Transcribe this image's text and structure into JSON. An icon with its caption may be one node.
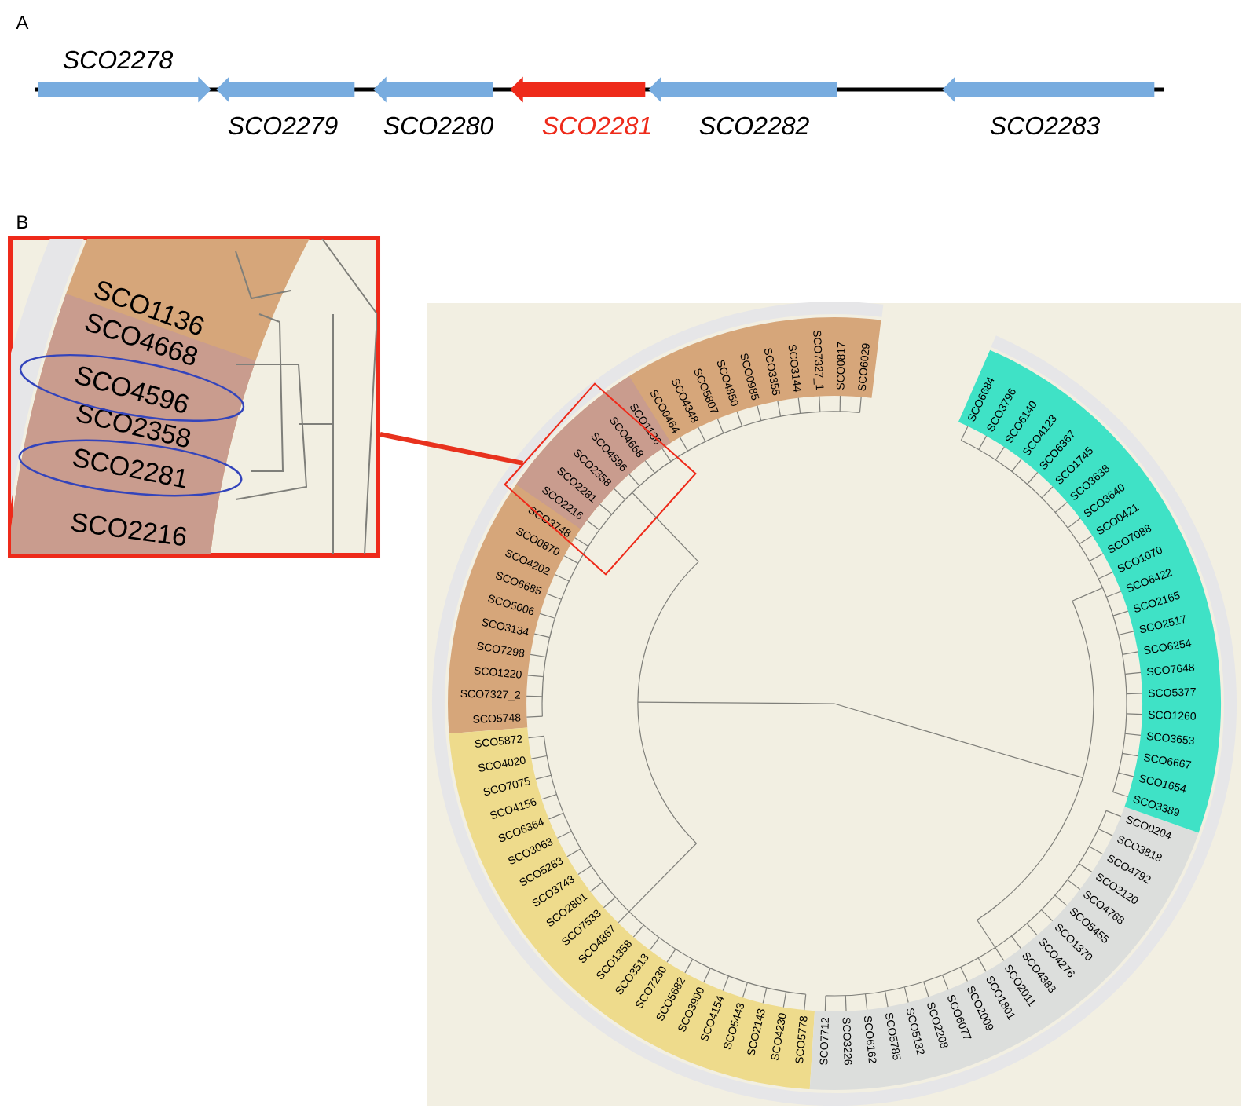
{
  "diagram": {
    "nodes": [
      {
        "text": [
          "SCO2278"
        ]
      },
      {
        "text": [
          "SCO2279"
        ]
      },
      {
        "text": [
          "SCO2280"
        ]
      },
      {
        "text": [
          "SCO2281"
        ]
      },
      {
        "text": [
          "SCO2282"
        ]
      },
      {
        "text": [
          "SCO2283"
        ]
      },
      {
        "text": [
          "SCO1136",
          "SCO4668",
          "SCO4596",
          "SCO2358",
          "SCO2281",
          "SCO2216"
        ]
      },
      {
        "text": [],
        "shape": "diamond"
      },
      {
        "text": [],
        "shape": "bar"
      }
    ],
    "edges": [
      {
        "from": 6,
        "to": 7,
        "arrow": "none",
        "color": "#e8321e"
      }
    ],
    "labels": [
      "A",
      "B",
      "SCO5748",
      "SCO7327_2",
      "SCO1220",
      "SCO7298",
      "SCO3134",
      "SCO5006",
      "SCO6685",
      "SCO4202",
      "SCO0870",
      "SCO3748",
      "SCO2216",
      "SCO2281",
      "SCO2358",
      "SCO4596",
      "SCO4668",
      "SCO1136",
      "SCO0464",
      "SCO4348",
      "SCO5807",
      "SCO4850",
      "SCO0985",
      "SCO3355",
      "SCO3144",
      "SCO7327_1",
      "SCO0817",
      "SCO6029",
      "SCO5872",
      "SCO4020",
      "SCO7075",
      "SCO4156",
      "SCO6364",
      "SCO3063",
      "SCO5283",
      "SCO3743",
      "SCO2801",
      "SCO7533",
      "SCO4867",
      "SCO1358",
      "SCO3513",
      "SCO7230",
      "SCO5682",
      "SCO3990",
      "SCO4154",
      "SCO5443",
      "SCO2143",
      "SCO4230",
      "SCO5778",
      "SCO7712",
      "SCO3226",
      "SCO6162",
      "SCO5785",
      "SCO5132",
      "SCO2208",
      "SCO6077",
      "SCO2009",
      "SCO1801",
      "SCO2011",
      "SCO4383",
      "SCO4276",
      "SCO1370",
      "SCO5455",
      "SCO4768",
      "SCO2120",
      "SCO4792",
      "SCO3818",
      "SCO0204",
      "SCO6684",
      "SCO3796",
      "SCO6140",
      "SCO4123",
      "SCO6367",
      "SCO1745",
      "SCO3638",
      "SCO3640",
      "SCO0421",
      "SCO7088",
      "SCO1070",
      "SCO6422",
      "SCO2165",
      "SCO2517",
      "SCO6254",
      "SCO7648",
      "SCO5377",
      "SCO1260",
      "SCO3653",
      "SCO6667",
      "SCO1654",
      "SCO3389"
    ]
  }
}
